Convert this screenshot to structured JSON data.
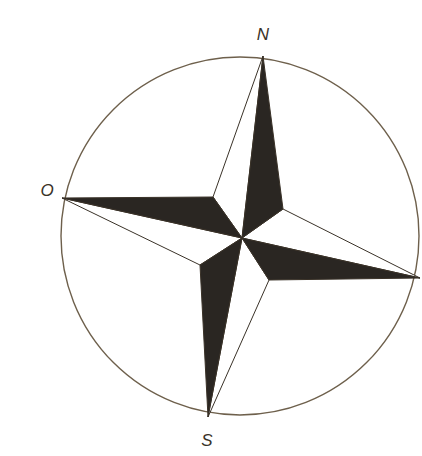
{
  "diagram": {
    "labels": [
      "N",
      "O",
      "S"
    ]
  }
}
